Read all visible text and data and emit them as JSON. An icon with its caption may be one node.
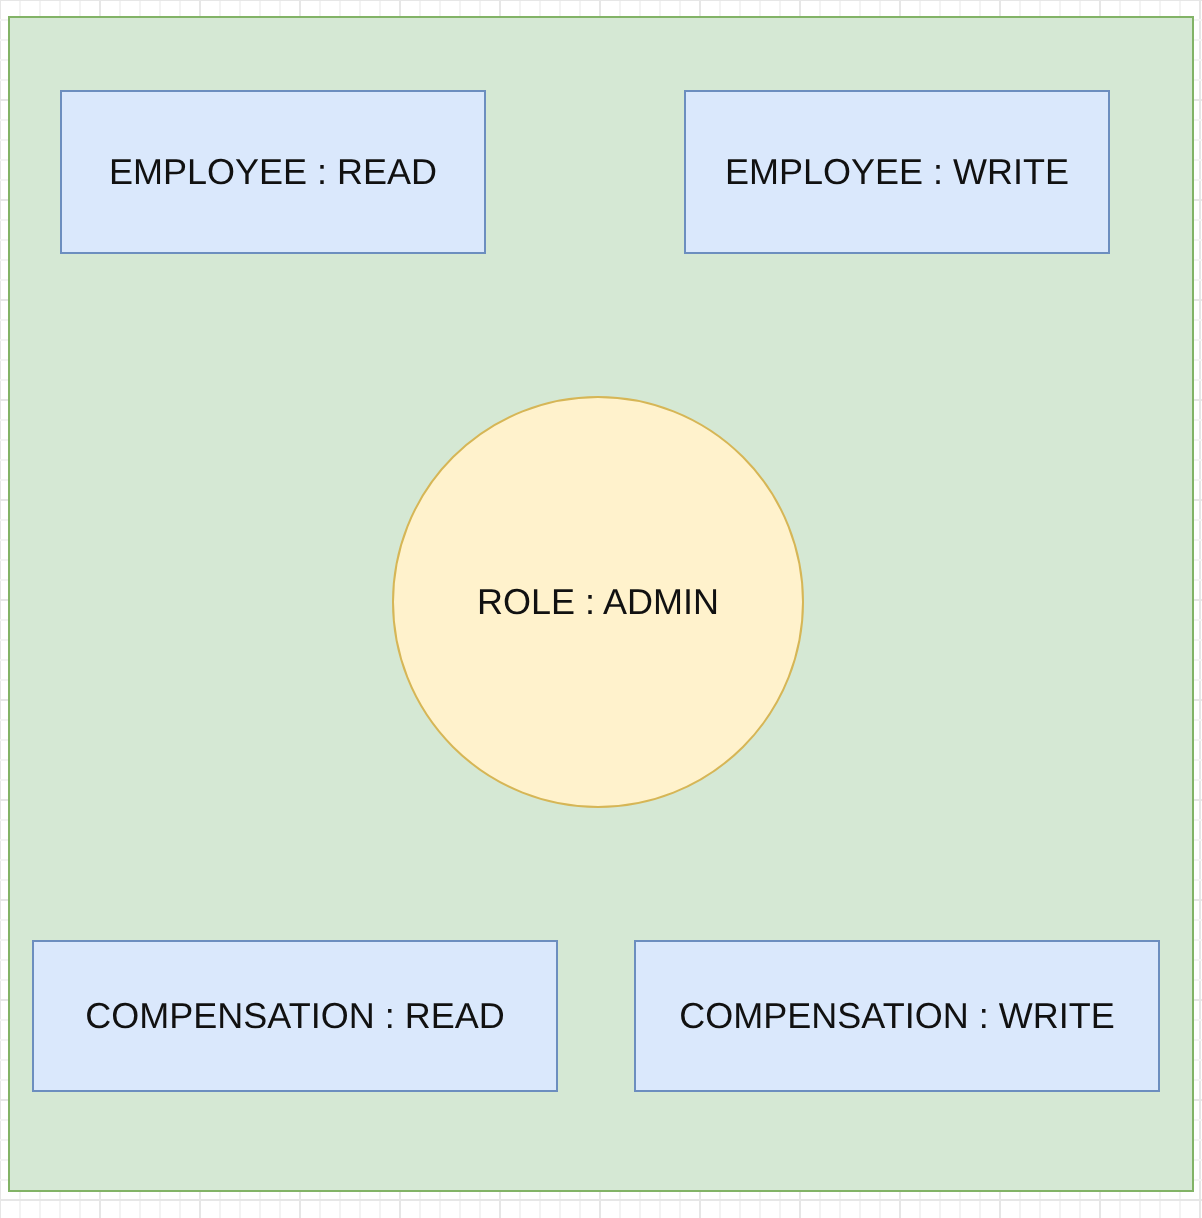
{
  "diagram": {
    "nodes": [
      {
        "text": [],
        "shape": "box"
      },
      {
        "text": [
          "EMPLOYEE : READ"
        ],
        "in": 0
      },
      {
        "text": [
          "EMPLOYEE : WRITE"
        ],
        "in": 0
      },
      {
        "text": [
          "ROLE : ADMIN"
        ],
        "in": 0
      },
      {
        "text": [
          "COMPENSATION : READ"
        ],
        "in": 0
      },
      {
        "text": [
          "COMPENSATION : WRITE"
        ],
        "in": 0
      }
    ]
  }
}
